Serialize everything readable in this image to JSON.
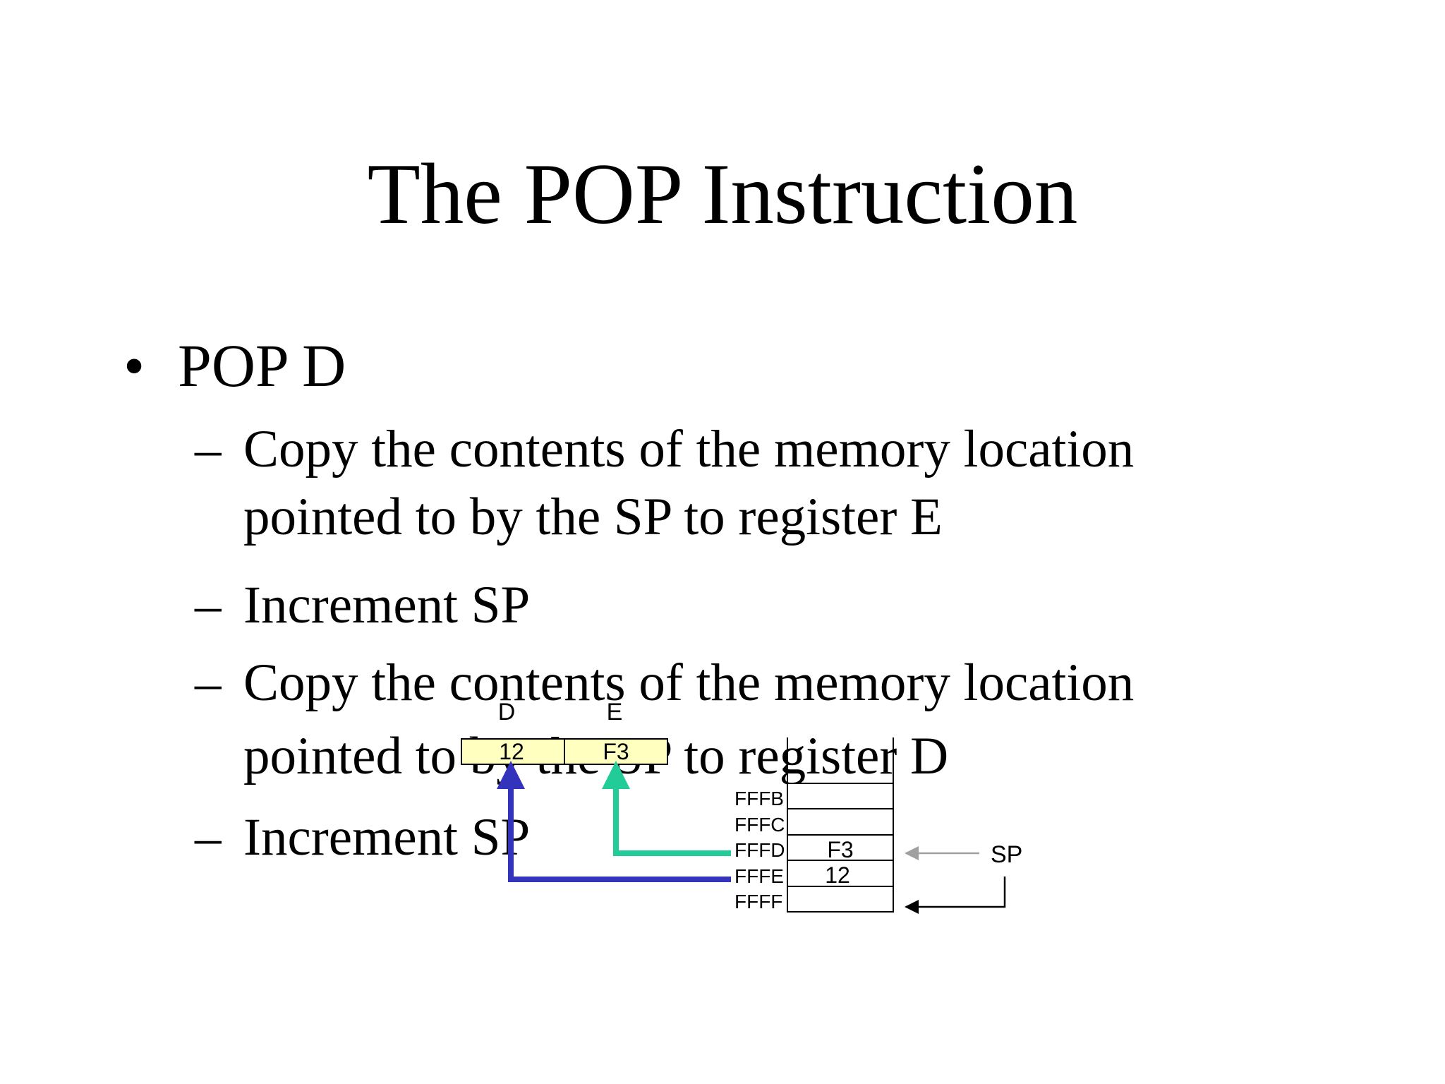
{
  "slide": {
    "title": "The POP Instruction",
    "bullet": {
      "marker": "•",
      "text": "POP D"
    },
    "sub_items": [
      {
        "dash": "–",
        "line1": "Copy the contents of the memory location",
        "line2": "pointed to by the SP to register E"
      },
      {
        "dash": "–",
        "line1": "Increment SP"
      },
      {
        "dash": "–",
        "line1": "Copy the contents of the memory location",
        "line2": "pointed to by the SP to register D"
      },
      {
        "dash": "–",
        "line1": "Increment SP"
      }
    ]
  },
  "diagram": {
    "registers": [
      {
        "name": "D",
        "value": "12"
      },
      {
        "name": "E",
        "value": "F3"
      }
    ],
    "memory": [
      {
        "address": "FFFB",
        "value": ""
      },
      {
        "address": "FFFC",
        "value": ""
      },
      {
        "address": "FFFD",
        "value": "F3"
      },
      {
        "address": "FFFE",
        "value": "12"
      },
      {
        "address": "FFFF",
        "value": ""
      }
    ],
    "sp_label": "SP",
    "colors": {
      "register_fill": "#ffffc0",
      "arrow_d": "#3333bb",
      "arrow_e": "#22cc99",
      "sp_old_arrow": "#a0a0a0",
      "sp_new_arrow": "#000000"
    }
  }
}
